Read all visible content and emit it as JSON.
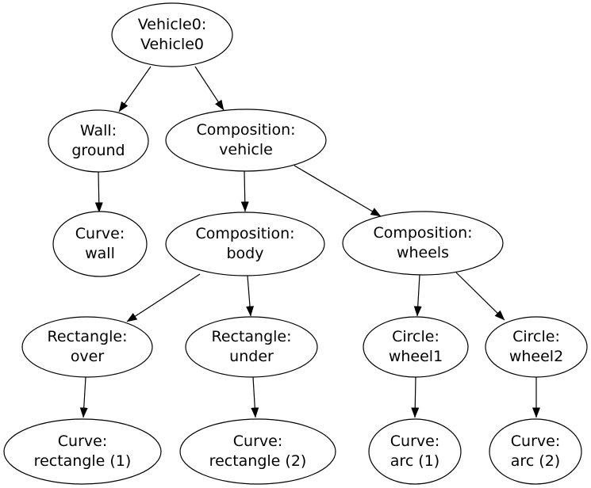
{
  "diagram": {
    "type": "directed-graph",
    "colors": {
      "background": "#ffffff",
      "node_fill": "#ffffff",
      "stroke": "#000000",
      "text": "#000000"
    },
    "nodes": [
      {
        "id": "vehicle0",
        "line1": "Vehicle0:",
        "line2": "Vehicle0"
      },
      {
        "id": "wall-ground",
        "line1": "Wall:",
        "line2": "ground"
      },
      {
        "id": "composition-vehicle",
        "line1": "Composition:",
        "line2": "vehicle"
      },
      {
        "id": "curve-wall",
        "line1": "Curve:",
        "line2": "wall"
      },
      {
        "id": "composition-body",
        "line1": "Composition:",
        "line2": "body"
      },
      {
        "id": "composition-wheels",
        "line1": "Composition:",
        "line2": "wheels"
      },
      {
        "id": "rectangle-over",
        "line1": "Rectangle:",
        "line2": "over"
      },
      {
        "id": "rectangle-under",
        "line1": "Rectangle:",
        "line2": "under"
      },
      {
        "id": "circle-wheel1",
        "line1": "Circle:",
        "line2": "wheel1"
      },
      {
        "id": "circle-wheel2",
        "line1": "Circle:",
        "line2": "wheel2"
      },
      {
        "id": "curve-rectangle-1",
        "line1": "Curve:",
        "line2": "rectangle (1)"
      },
      {
        "id": "curve-rectangle-2",
        "line1": "Curve:",
        "line2": "rectangle (2)"
      },
      {
        "id": "curve-arc-1",
        "line1": "Curve:",
        "line2": "arc (1)"
      },
      {
        "id": "curve-arc-2",
        "line1": "Curve:",
        "line2": "arc (2)"
      }
    ],
    "edges": [
      {
        "from": "vehicle0",
        "to": "wall-ground"
      },
      {
        "from": "vehicle0",
        "to": "composition-vehicle"
      },
      {
        "from": "wall-ground",
        "to": "curve-wall"
      },
      {
        "from": "composition-vehicle",
        "to": "composition-body"
      },
      {
        "from": "composition-vehicle",
        "to": "composition-wheels"
      },
      {
        "from": "composition-body",
        "to": "rectangle-over"
      },
      {
        "from": "composition-body",
        "to": "rectangle-under"
      },
      {
        "from": "composition-wheels",
        "to": "circle-wheel1"
      },
      {
        "from": "composition-wheels",
        "to": "circle-wheel2"
      },
      {
        "from": "rectangle-over",
        "to": "curve-rectangle-1"
      },
      {
        "from": "rectangle-under",
        "to": "curve-rectangle-2"
      },
      {
        "from": "circle-wheel1",
        "to": "curve-arc-1"
      },
      {
        "from": "circle-wheel2",
        "to": "curve-arc-2"
      }
    ]
  }
}
